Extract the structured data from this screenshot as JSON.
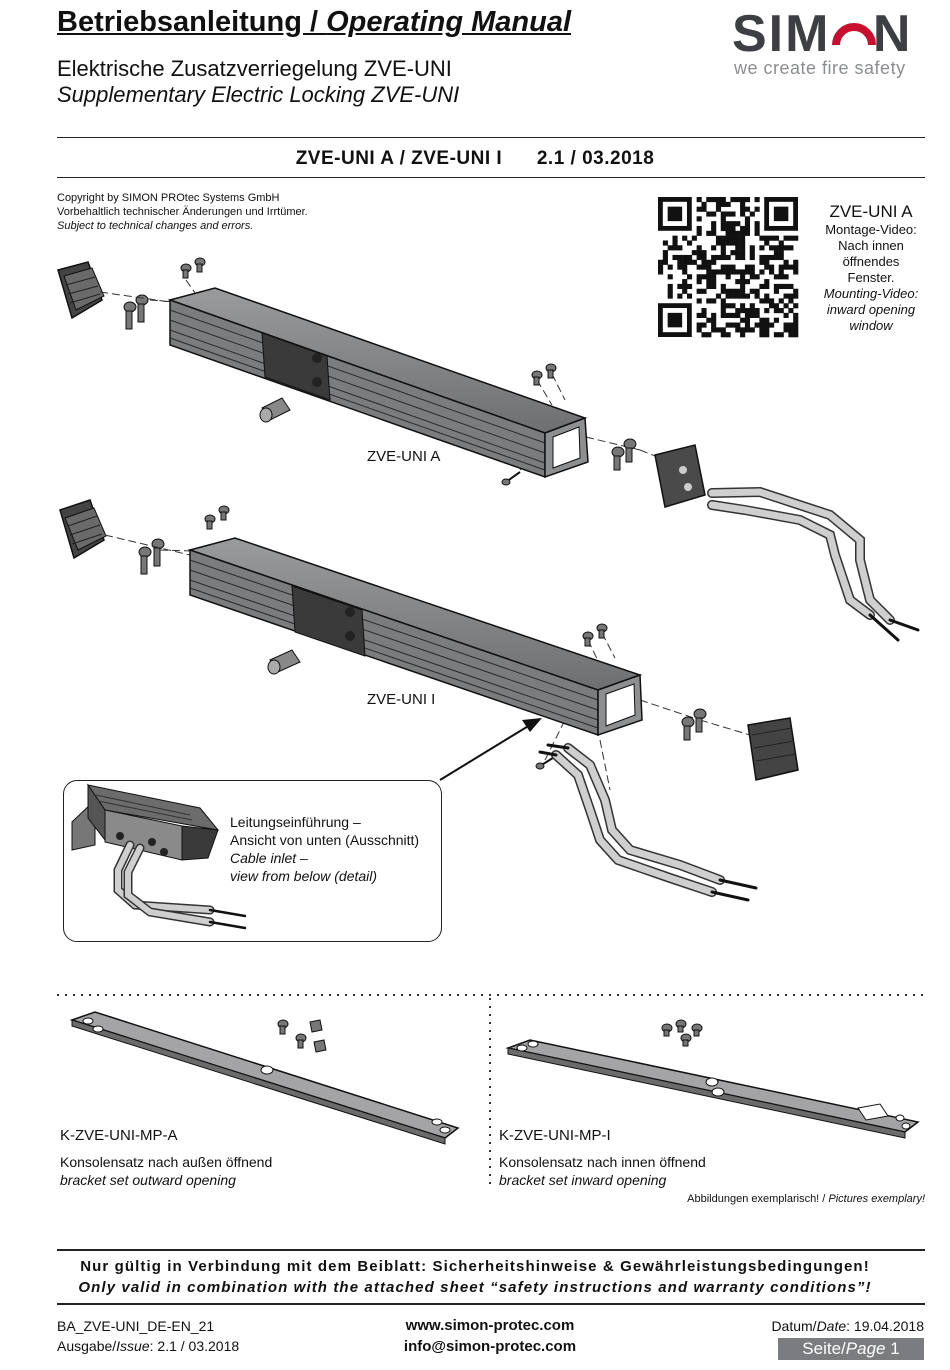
{
  "header": {
    "title_de": "Betriebsanleitung / ",
    "title_en": "Operating Manual",
    "subtitle_de": "Elektrische Zusatzverriegelung ZVE-UNI",
    "subtitle_en": "Supplementary Electric Locking ZVE-UNI",
    "logo": {
      "word": "SIMON",
      "tagline": "we create fire safety",
      "accent_color": "#c8102e",
      "gray": "#3d3f43"
    },
    "model_line": "ZVE-UNI A / ZVE-UNI I      2.1 / 03.2018"
  },
  "copyright": {
    "line1": "Copyright by SIMON PROtec Systems GmbH",
    "line2": "Vorbehaltlich technischer Änderungen und Irrtümer.",
    "line3": "Subject to technical changes and errors."
  },
  "qr": {
    "icon": "qr-code-icon",
    "title": "ZVE-UNI A",
    "de_1": "Montage-Video:",
    "de_2": "Nach innen",
    "de_3": "öffnendes",
    "de_4": "Fenster.",
    "en_1": "Mounting-Video:",
    "en_2": "inward opening",
    "en_3": "window"
  },
  "drawings": {
    "label_a": "ZVE-UNI A",
    "label_i": "ZVE-UNI I"
  },
  "callout": {
    "de_1": "Leitungseinführung –",
    "de_2": "Ansicht von unten (Ausschnitt)",
    "en_1": "Cable inlet –",
    "en_2": "view from below (detail)"
  },
  "kits": [
    {
      "code": "K-ZVE-UNI-MP-A",
      "de": "Konsolensatz nach außen öffnend",
      "en": "bracket set outward opening"
    },
    {
      "code": "K-ZVE-UNI-MP-I",
      "de": "Konsolensatz nach innen öffnend",
      "en": "bracket set inward opening"
    }
  ],
  "pictures_note": {
    "de": "Abbildungen exemplarisch! / ",
    "en": "Pictures exemplary!"
  },
  "notice": {
    "de": "Nur gültig in Verbindung mit dem Beiblatt: Sicherheitshinweise & Gewährleistungsbedingungen!",
    "en": "Only valid in combination with the attached sheet “safety instructions and warranty conditions”!"
  },
  "footer": {
    "doc_id": "BA_ZVE-UNI_DE-EN_21",
    "issue_de": "Ausgabe",
    "issue_en": "Issue",
    "issue_value": ": 2.1 / 03.2018",
    "website": "www.simon-protec.com",
    "email": "info@simon-protec.com",
    "date_de": "Datum",
    "date_en": "Date",
    "date_value": ": 19.04.2018",
    "page_de": "Seite",
    "page_en": "Page",
    "page_number": "1"
  }
}
